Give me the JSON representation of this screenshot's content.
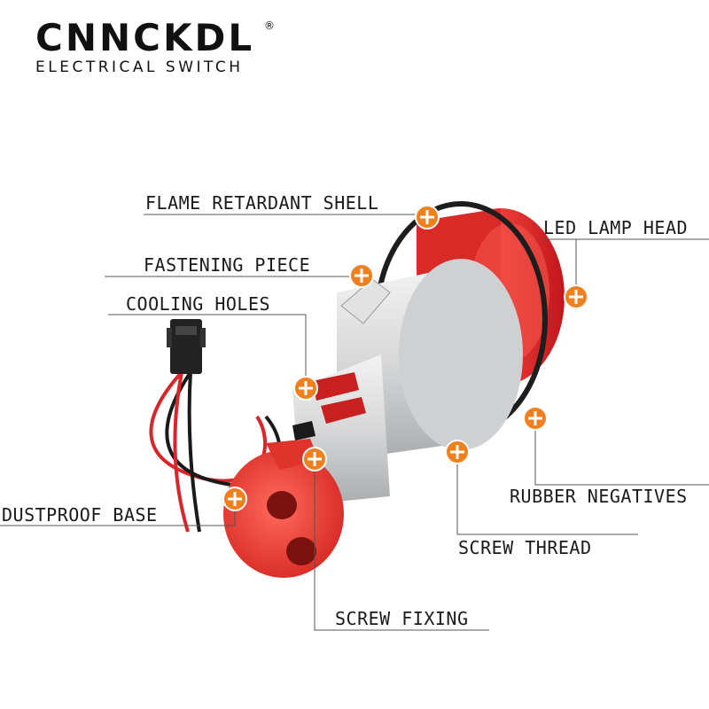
{
  "brand": {
    "name": "CNNCKDL",
    "registered": "®",
    "subtitle": "ELECTRICAL SWITCH"
  },
  "colors": {
    "accent_marker": "#f07f1e",
    "shell_red": "#e8322e",
    "body_gray": "#d9dadb"
  },
  "marker_icon": "plus-circle-icon",
  "labels": [
    {
      "id": "flame-retardant-shell",
      "text": "FLAME RETARDANT SHELL"
    },
    {
      "id": "led-lamp-head",
      "text": "LED LAMP HEAD"
    },
    {
      "id": "fastening-piece",
      "text": "FASTENING PIECE"
    },
    {
      "id": "cooling-holes",
      "text": "COOLING HOLES"
    },
    {
      "id": "rubber-negatives",
      "text": "RUBBER NEGATIVES"
    },
    {
      "id": "dustproof-base",
      "text": "DUSTPROOF BASE"
    },
    {
      "id": "screw-thread",
      "text": "SCREW THREAD"
    },
    {
      "id": "screw-fixing",
      "text": "SCREW FIXING"
    }
  ]
}
